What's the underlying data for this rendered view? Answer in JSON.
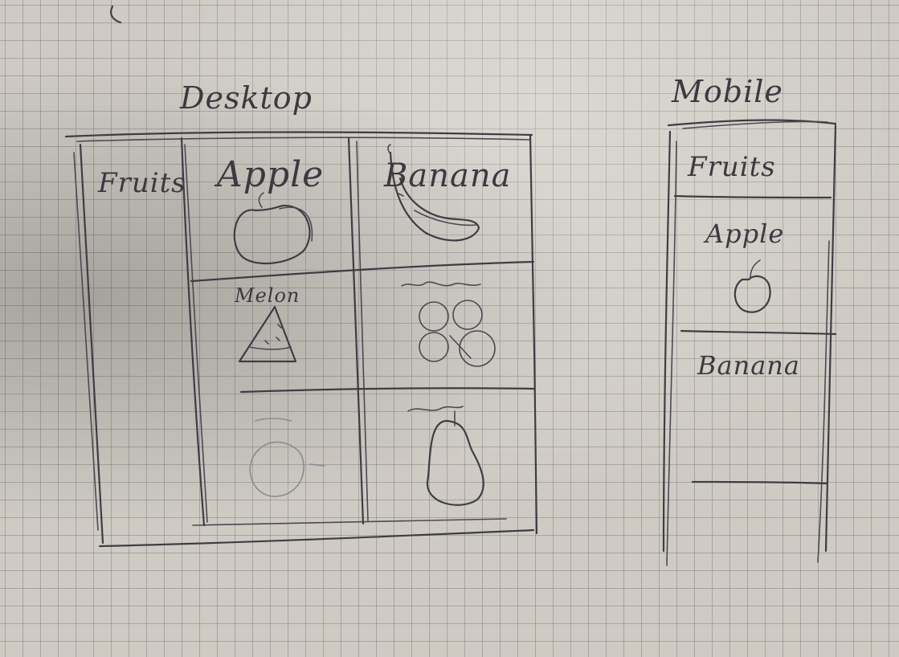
{
  "desktop": {
    "title": "Desktop",
    "sidebar_label": "Fruits",
    "cards": [
      {
        "label": "Apple",
        "icon": "apple-icon"
      },
      {
        "label": "Banana",
        "icon": "banana-icon"
      },
      {
        "label": "Melon",
        "icon": "melon-slice-icon"
      },
      {
        "label": "",
        "icon": "flower-icon"
      },
      {
        "label": "",
        "icon": "round-fruit-icon"
      },
      {
        "label": "",
        "icon": "pear-icon"
      }
    ]
  },
  "mobile": {
    "title": "Mobile",
    "header_label": "Fruits",
    "items": [
      {
        "label": "Apple",
        "icon": "apple-icon"
      },
      {
        "label": "Banana",
        "icon": ""
      }
    ]
  },
  "colors": {
    "pencil": "#3d3d44",
    "paper": "#cfcbc4",
    "grid": "#5a5f64"
  }
}
